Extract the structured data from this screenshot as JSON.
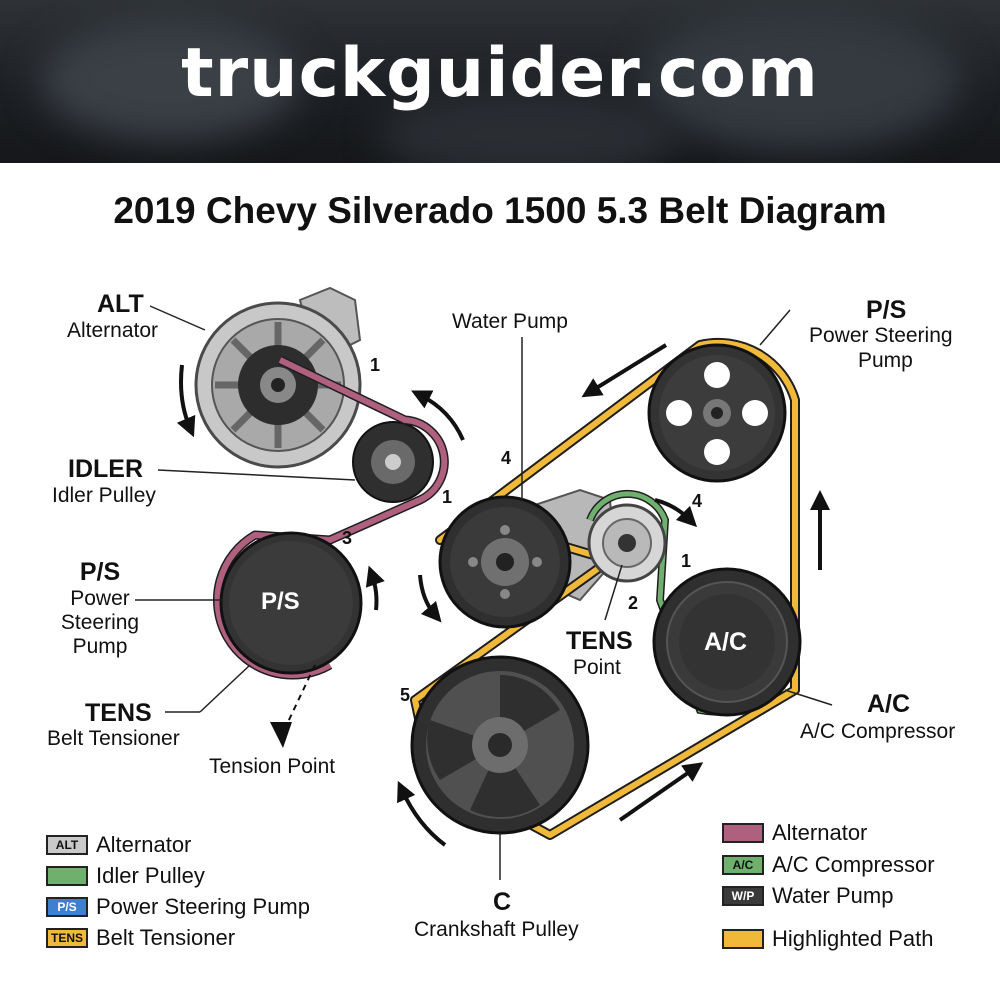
{
  "header": {
    "brand": "truckguider.com"
  },
  "title": "2019 Chevy Silverado 1500 5.3 Belt Diagram",
  "left_labels": {
    "alt_code": "ALT",
    "alt_name": "Alternator",
    "idler_code": "IDLER",
    "idler_name": "Idler Pulley",
    "ps_code": "P/S",
    "ps_name_1": "Power",
    "ps_name_2": "Steering",
    "ps_name_3": "Pump",
    "tens_code": "TENS",
    "tens_name": "Belt Tensioner",
    "tension_point": "Tension Point",
    "ps_pulley_text": "P/S"
  },
  "right_labels": {
    "water_pump": "Water Pump",
    "ps_code": "P/S",
    "ps_name_1": "Power Steering",
    "ps_name_2": "Pump",
    "tens_code": "TENS",
    "tens_name": "Point",
    "ac_code": "A/C",
    "ac_name": "A/C Compressor",
    "ac_pulley_text": "A/C",
    "crank_code": "C",
    "crank_name": "Crankshaft Pulley"
  },
  "numbers": {
    "n1_alt": "1",
    "n1_idler": "1",
    "n3": "3",
    "n4_wp": "4",
    "n4_tens": "4",
    "n1_ac": "1",
    "n2": "2",
    "n5": "5"
  },
  "legend_left": [
    {
      "tag": "ALT",
      "label": "Alternator",
      "color": "#c9c9c9"
    },
    {
      "tag": "",
      "label": "Idler Pulley",
      "color": "#6fb06f"
    },
    {
      "tag": "P/S",
      "label": "Power Steering Pump",
      "color": "#3f7fd0"
    },
    {
      "tag": "TENS",
      "label": "Belt Tensioner",
      "color": "#f0b93a"
    }
  ],
  "legend_right": [
    {
      "tag": "",
      "label": "Alternator",
      "color": "#b0607f"
    },
    {
      "tag": "A/C",
      "label": "A/C Compressor",
      "color": "#6fb06f"
    },
    {
      "tag": "W/P",
      "label": "Water Pump",
      "color": "#3a3a3a"
    },
    {
      "tag": "",
      "label": "Highlighted Path",
      "color": "#f0b93a"
    }
  ],
  "colors": {
    "serpentine_path": "#f0b93a",
    "alternator_belt": "#b0607f",
    "ac_belt": "#6fb06f",
    "pulley_dark": "#2f2f2f"
  }
}
